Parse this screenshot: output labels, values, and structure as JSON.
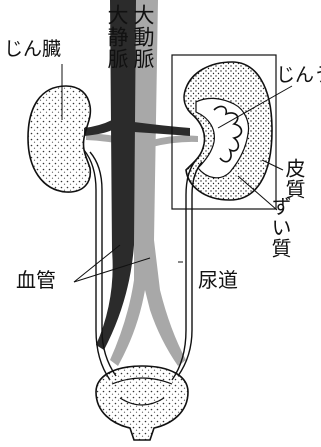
{
  "labels": {
    "kidney": "じん臓",
    "vena_cava": "大静脈",
    "aorta": "大動脈",
    "renal_pelvis": "じんう",
    "cortex": "皮質",
    "medulla": "ずい質",
    "blood_vessels": "血管",
    "ureter": "尿道"
  },
  "colors": {
    "vein": "#2b2b2b",
    "artery": "#a8a8a8",
    "outline": "#111111",
    "kidney_fill": "#f4f4f4"
  }
}
